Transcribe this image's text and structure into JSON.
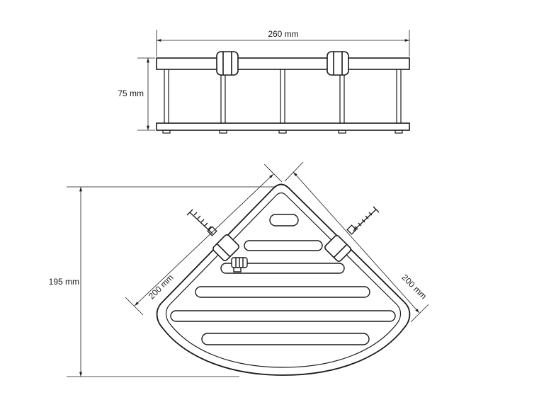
{
  "dimensions": {
    "top_width": "260 mm",
    "top_height": "75 mm",
    "plan_depth": "195 mm",
    "plan_left_side": "200 mm",
    "plan_right_side": "200 mm"
  }
}
